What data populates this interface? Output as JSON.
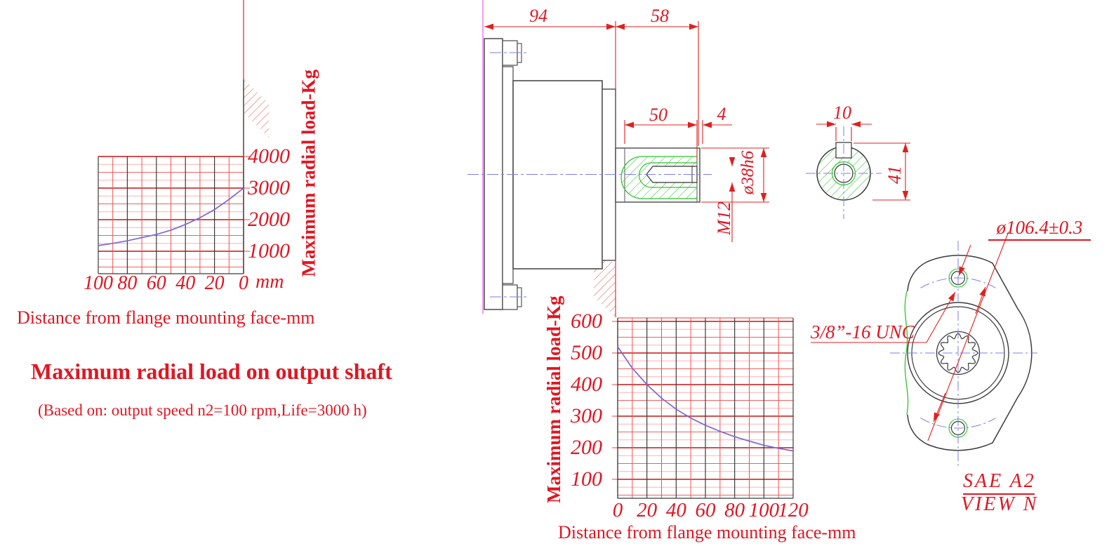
{
  "drawing": {
    "caption": {
      "title": "Maximum radial load on output shaft",
      "subtitle": "(Based on: output speed n2=100 rpm,Life=3000 h)"
    },
    "side_view": {
      "dim_flange_to_face": "94",
      "dim_shaft_length": "58",
      "dim_key_length": "50",
      "dim_key_end": "4",
      "dim_shaft_dia": "ø38h6",
      "dim_center_thread": "M12"
    },
    "key_section": {
      "dim_key_width": "10",
      "dim_height": "41"
    },
    "flange_view": {
      "dim_bolt_circle": "ø106.4±0.3",
      "dim_thread": "3/8”-16 UNC",
      "note_line1": "SAE A2",
      "note_line2": "VIEW N"
    }
  },
  "chart_data": [
    {
      "type": "line",
      "title": "Maximum radial load on output shaft",
      "xlabel": "Distance from flange mounting face-mm",
      "ylabel": "Maximum radial load-Kg",
      "x_unit_label": "mm",
      "x_axis_reversed": true,
      "xticks": [
        100,
        80,
        60,
        40,
        20,
        0
      ],
      "yticks": [
        1000,
        2000,
        3000,
        4000
      ],
      "ylim": [
        290,
        4000
      ],
      "grid": "on",
      "legend": "none",
      "x": [
        100,
        90,
        80,
        70,
        60,
        50,
        40,
        30,
        20,
        10,
        0
      ],
      "series": [
        {
          "name": "max_radial_load_kg",
          "values": [
            1180,
            1250,
            1330,
            1430,
            1530,
            1670,
            1850,
            2060,
            2320,
            2640,
            3000
          ]
        }
      ]
    },
    {
      "type": "line",
      "title": "",
      "xlabel": "Distance from flange mounting face-mm",
      "ylabel": "Maximum radial load-Kg",
      "x_axis_reversed": false,
      "xticks": [
        0,
        20,
        40,
        60,
        80,
        100,
        120
      ],
      "yticks": [
        100,
        200,
        300,
        400,
        500,
        600
      ],
      "ylim": [
        40,
        610
      ],
      "grid": "on",
      "legend": "none",
      "x": [
        0,
        10,
        20,
        30,
        40,
        50,
        60,
        70,
        80,
        90,
        100,
        110,
        120
      ],
      "series": [
        {
          "name": "max_radial_load_kg",
          "values": [
            520,
            452,
            400,
            357,
            322,
            294,
            271,
            252,
            235,
            221,
            208,
            198,
            190
          ]
        }
      ]
    }
  ],
  "colors": {
    "red_text": "#e01622",
    "dim_line_red": "#e02020",
    "grid_minor": "#ffb2b2",
    "grid_mid": "#f26060",
    "grid_major": "#c81414",
    "outline_black": "#3a3a3a",
    "body_gray": "#565656",
    "centerline_blue": "#7d7de8",
    "curve_blue": "#7a68d4",
    "datum_magenta": "#f070f0",
    "thread_green": "#2fc42f"
  }
}
